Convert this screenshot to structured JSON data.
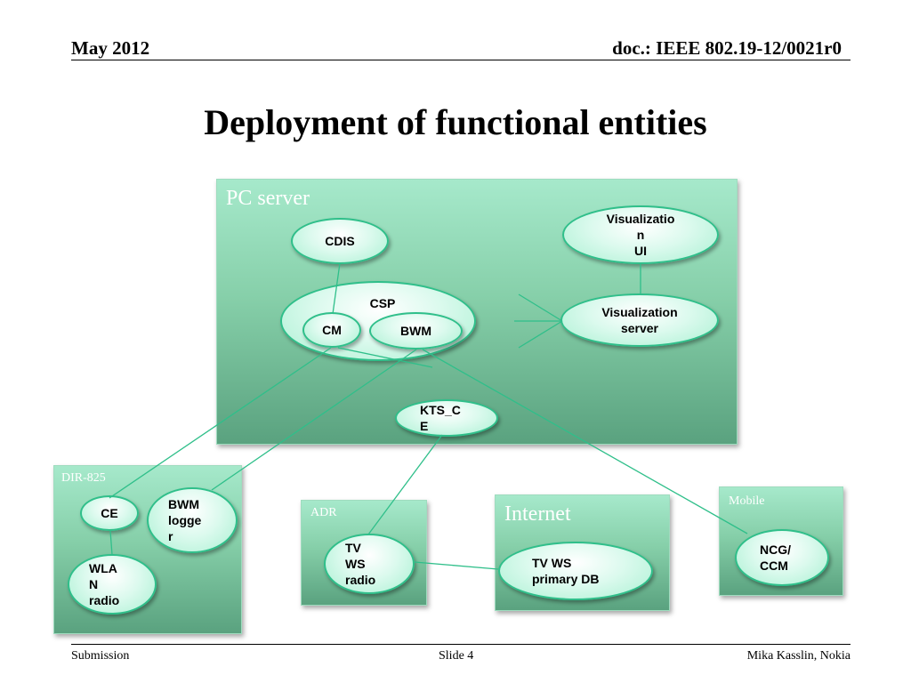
{
  "header": {
    "date": "May 2012",
    "doc": "doc.: IEEE 802.19-12/0021r0"
  },
  "title": "Deployment of functional entities",
  "boxes": {
    "pc_server": "PC server",
    "dir825": "DIR-825",
    "adr": "ADR",
    "internet": "Internet",
    "mobile": "Mobile"
  },
  "nodes": {
    "cdis": "CDIS",
    "csp": "CSP",
    "cm": "CM",
    "bwm": "BWM",
    "vis_ui": "Visualizatio\nn\nUI",
    "vis_server": "Visualization\nserver",
    "kts_ce": "KTS_C\nE",
    "ce": "CE",
    "bwm_logger": "BWM\nlogge\nr",
    "wlan_radio": "WLA\nN\nradio",
    "tvws_radio": "TV\nWS\nradio",
    "tvws_db": "TV WS\nprimary DB",
    "ncg_ccm": "NCG/\nCCM"
  },
  "footer": {
    "left": "Submission",
    "center": "Slide 4",
    "right": "Mika Kasslin, Nokia"
  }
}
